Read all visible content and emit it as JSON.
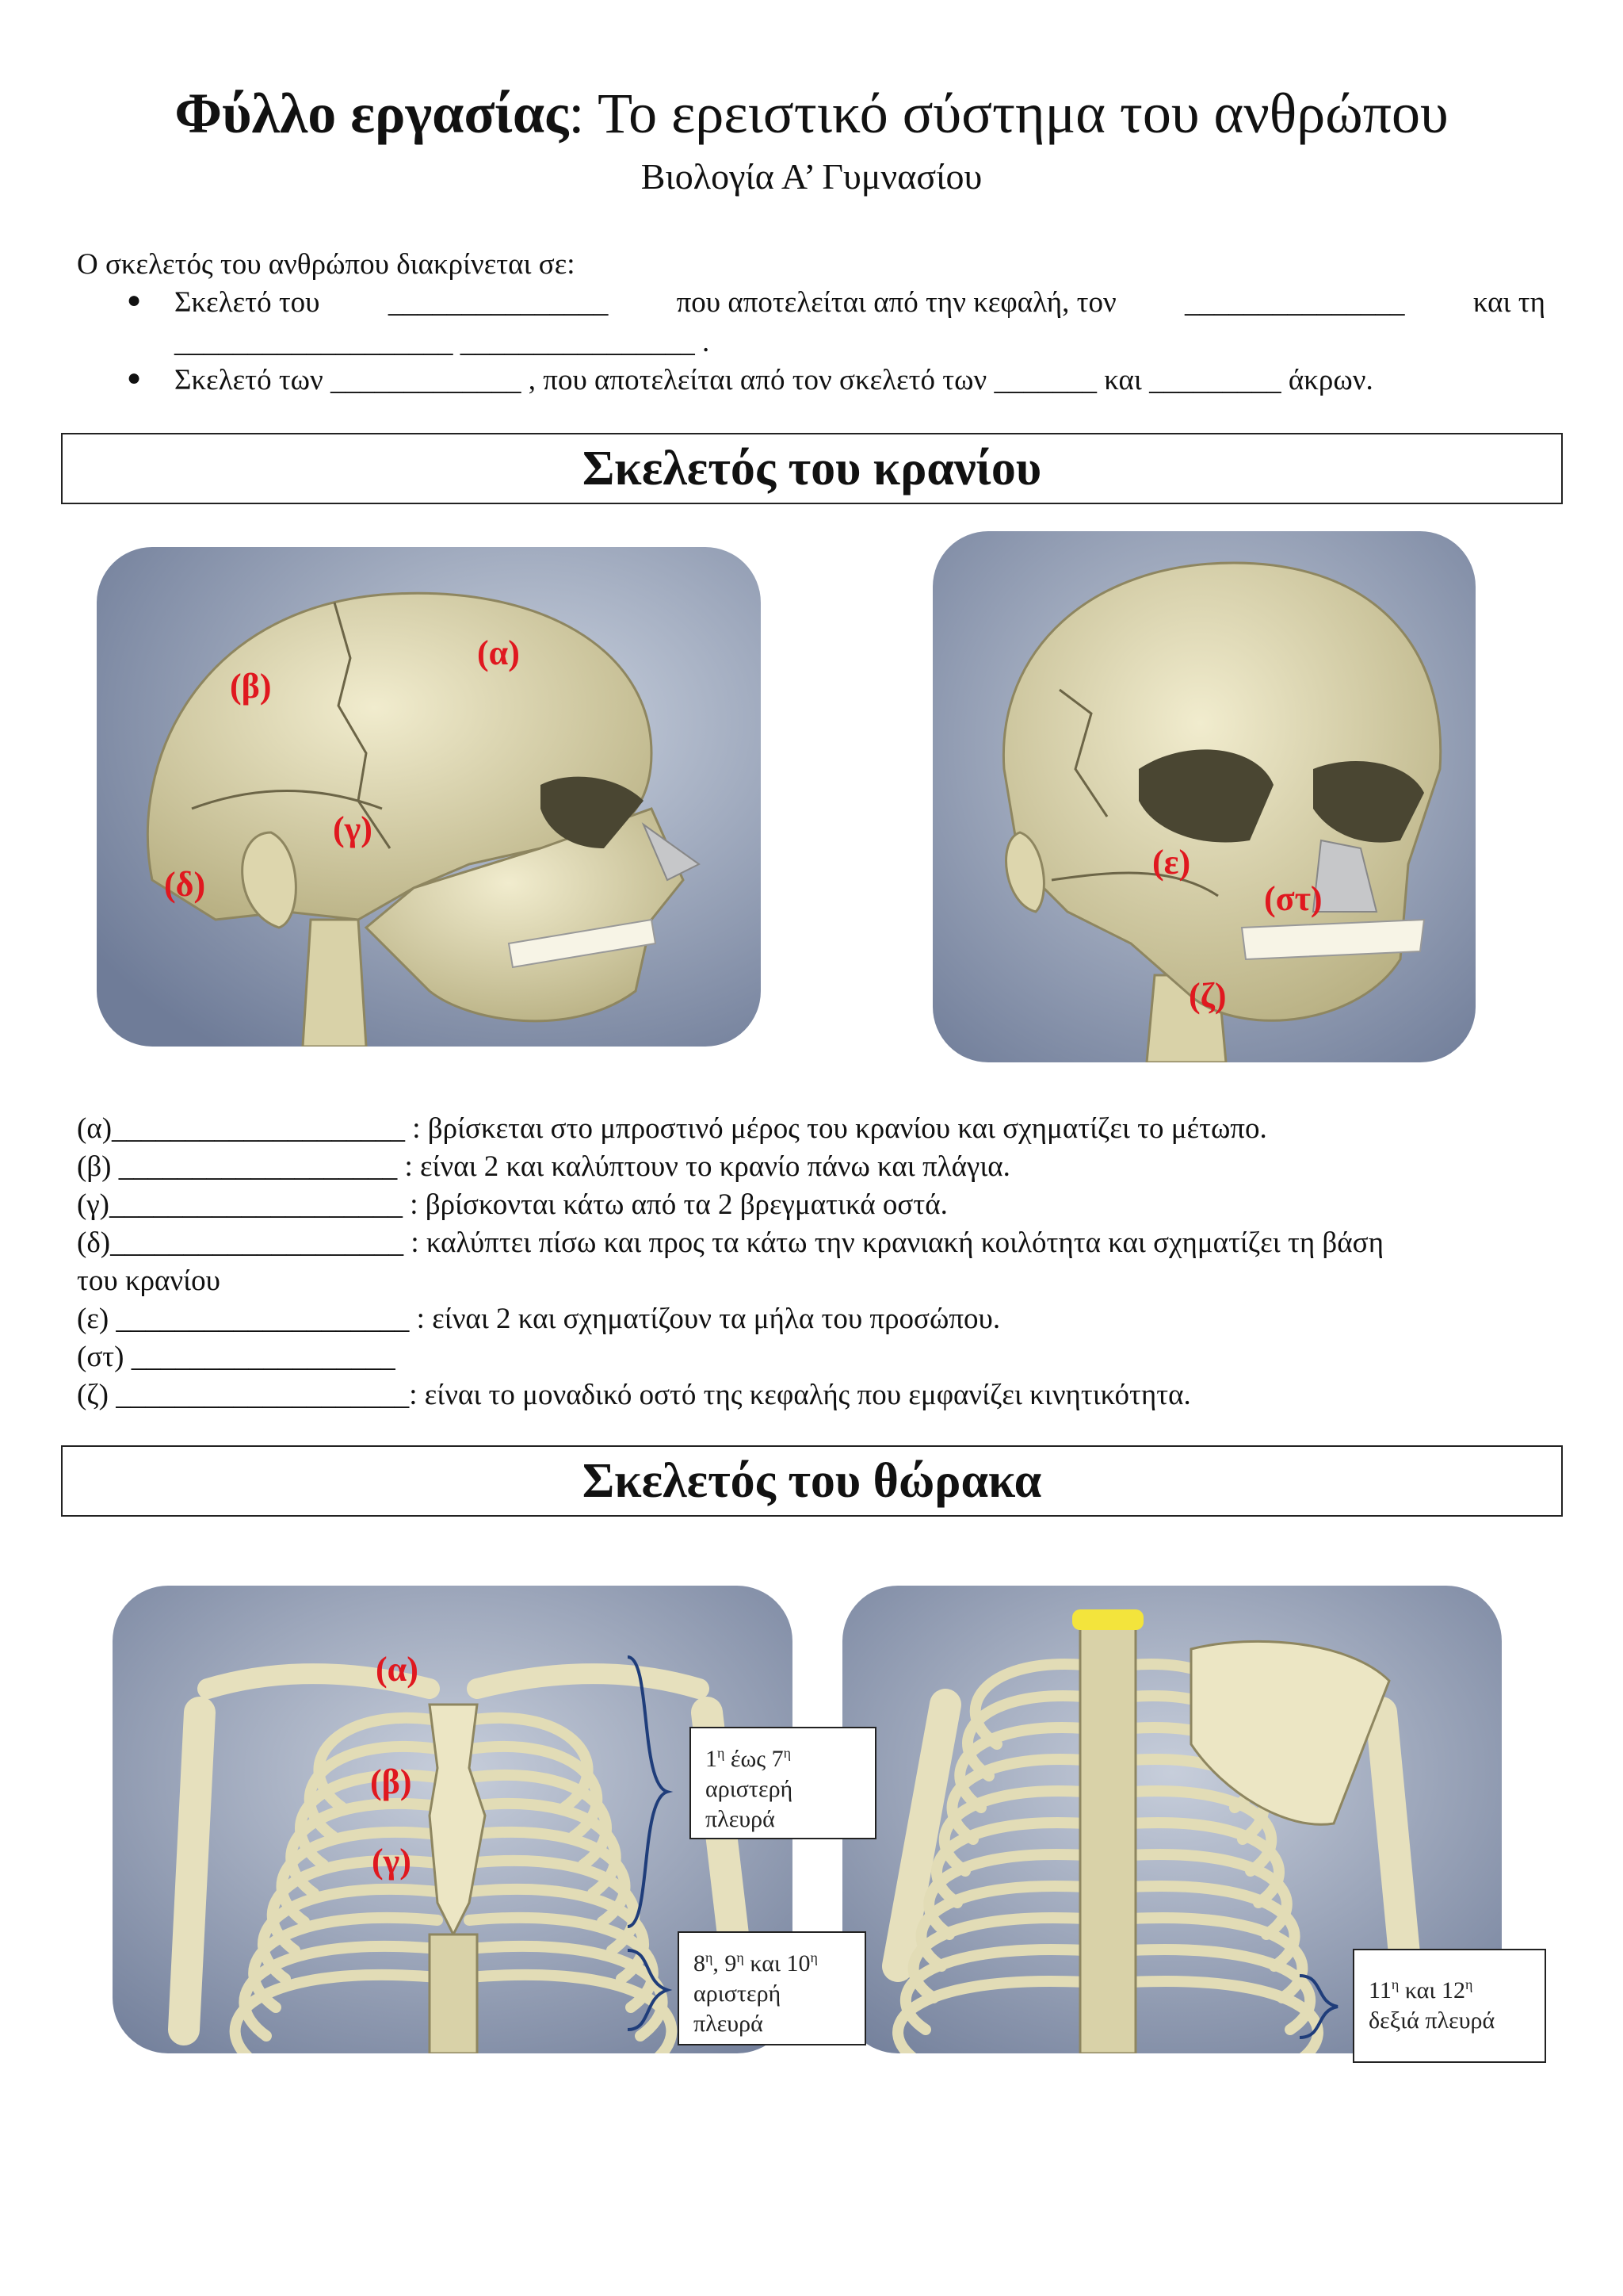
{
  "header": {
    "title_bold": "Φύλλο εργασίας",
    "title_rest": ": Το ερειστικό σύστημα του ανθρώπου",
    "subtitle": "Βιολογία Α’ Γυμνασίου"
  },
  "intro": {
    "lead": "Ο σκελετός του ανθρώπου διακρίνεται σε:",
    "bullet1_a": "Σκελετό του",
    "bullet1_b": "που αποτελείται από την κεφαλή, τον",
    "bullet1_c": "και τη",
    "bullet1_blank": "_______________",
    "bullet1_line2": "___________________   ________________ .",
    "bullet2": "Σκελετό των _____________ , που αποτελείται από τον σκελετό των _______ και _________ άκρων."
  },
  "sections": {
    "skull": "Σκελετός του κρανίου",
    "thorax": "Σκελετός του θώρακα"
  },
  "skull_labels": {
    "a": "(α)",
    "b": "(β)",
    "g": "(γ)",
    "d": "(δ)",
    "e": "(ε)",
    "st": "(στ)",
    "z": "(ζ)"
  },
  "questions": [
    "(α)____________________ : βρίσκεται στο μπροστινό μέρος του κρανίου και σχηματίζει το μέτωπο.",
    "(β) ___________________  : είναι 2 και καλύπτουν το κρανίο πάνω και πλάγια.",
    "(γ)____________________ : βρίσκονται κάτω από τα 2 βρεγματικά οστά.",
    "(δ)____________________ : καλύπτει πίσω και προς τα κάτω την κρανιακή κοιλότητα και σχηματίζει τη βάση",
    "του κρανίου",
    "(ε) ____________________  : είναι 2 και σχηματίζουν τα μήλα του προσώπου.",
    "(στ) __________________",
    "(ζ) ____________________: είναι το μοναδικό οστό της κεφαλής που εμφανίζει κινητικότητα."
  ],
  "thorax_labels": {
    "a": "(α)",
    "b": "(β)",
    "g": "(γ)"
  },
  "callouts": {
    "c1_line1": "1",
    "c1_sup1": "η",
    "c1_mid": " έως 7",
    "c1_sup2": "η",
    "c1_line2": "αριστερή",
    "c1_line3": "πλευρά",
    "c2_n1": "8",
    "c2_n2": "9",
    "c2_n3": "10",
    "c2_sup": "η",
    "c2_and": "και",
    "c2_line2": "αριστερή",
    "c2_line3": "πλευρά",
    "c3_n1": "11",
    "c3_n2": "12",
    "c3_sup": "η",
    "c3_and": "και",
    "c3_line2": "δεξιά πλευρά"
  },
  "colors": {
    "label_red": "#e0181f",
    "brace_blue": "#1f3d7a",
    "panel_bg": "#9aa6bd",
    "bone": "#e6e0bd"
  }
}
